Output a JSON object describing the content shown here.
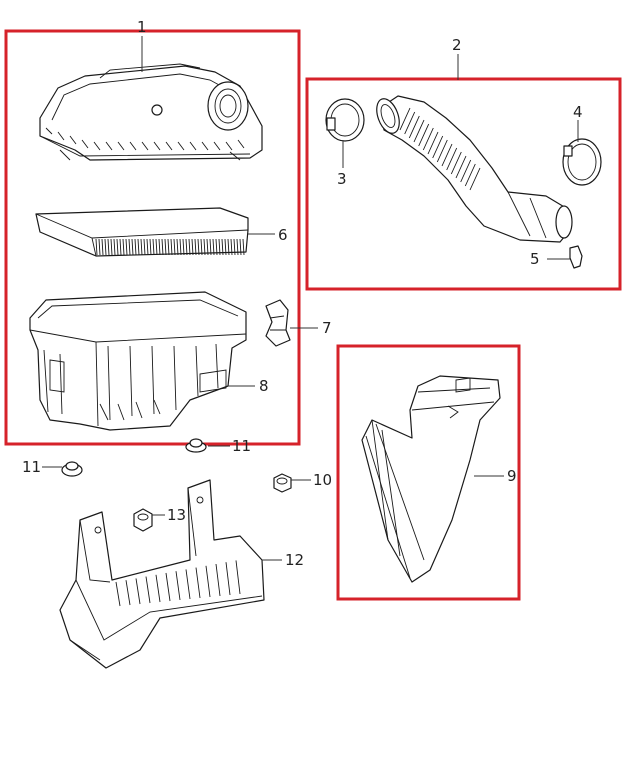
{
  "colors": {
    "frame": "#d6222a",
    "ink": "#1a1a1a"
  },
  "callouts": {
    "c1": "1",
    "c2": "2",
    "c3": "3",
    "c4": "4",
    "c5": "5",
    "c6": "6",
    "c7": "7",
    "c8": "8",
    "c9": "9",
    "c10": "10",
    "c11a": "11",
    "c11b": "11",
    "c12": "12",
    "c13": "13"
  }
}
